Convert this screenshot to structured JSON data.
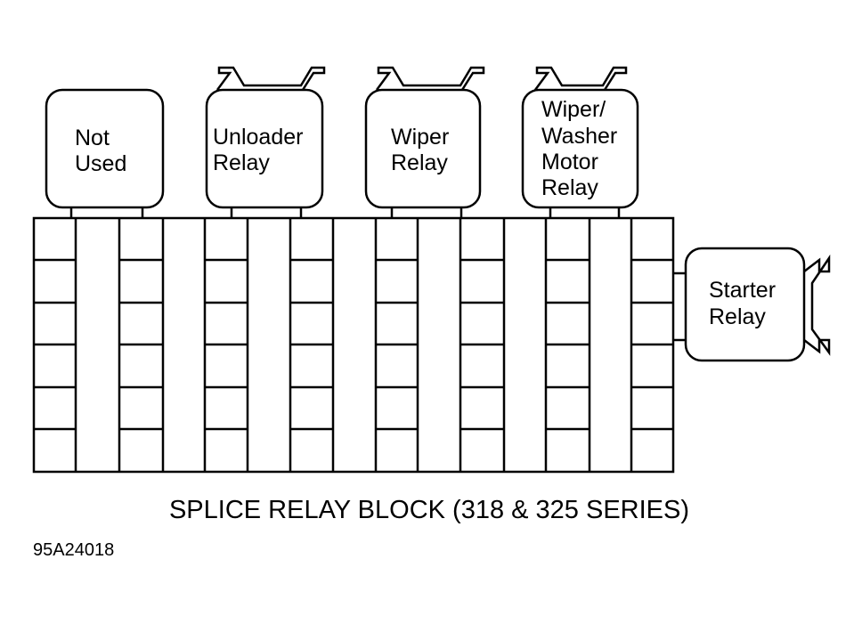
{
  "diagram": {
    "title": "SPLICE RELAY BLOCK (318 & 325 SERIES)",
    "figure_code": "95A24018",
    "relays": [
      {
        "id": "not-used",
        "lines": [
          "Not",
          "Used"
        ]
      },
      {
        "id": "unloader",
        "lines": [
          "Unloader",
          "Relay"
        ]
      },
      {
        "id": "wiper",
        "lines": [
          "Wiper",
          "Relay"
        ]
      },
      {
        "id": "wiper-washer-motor",
        "lines": [
          "Wiper/",
          "Washer",
          "Motor",
          "Relay"
        ]
      },
      {
        "id": "starter",
        "lines": [
          "Starter",
          "Relay"
        ]
      }
    ]
  }
}
